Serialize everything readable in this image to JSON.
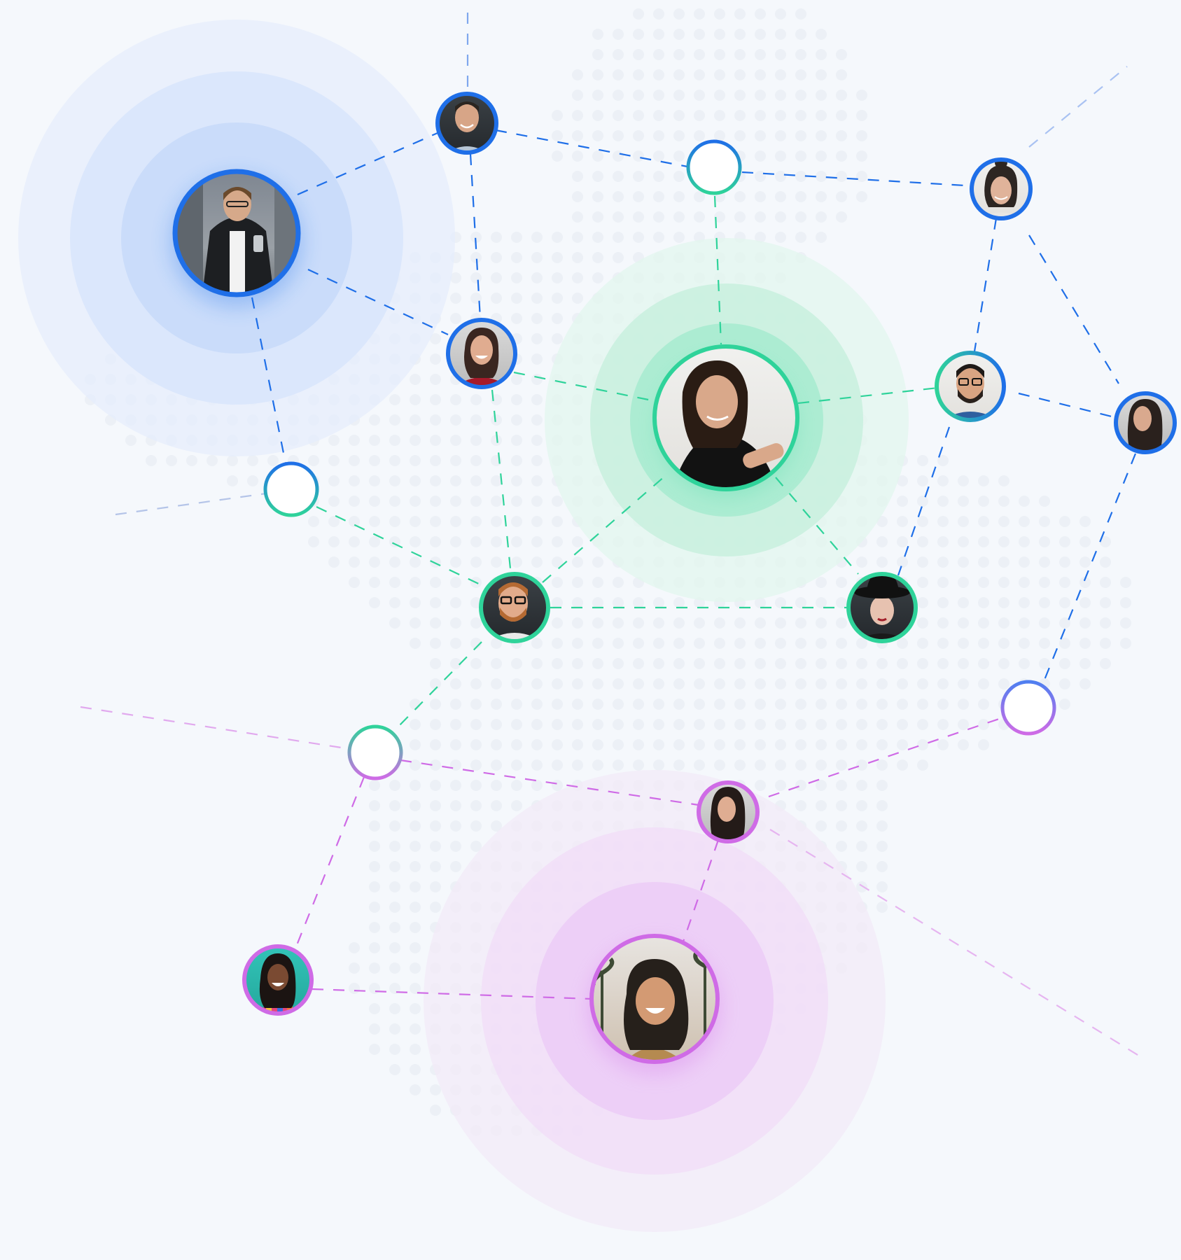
{
  "theme": {
    "background": "#f5f8fc",
    "dot_color": "#e3e9f1",
    "clusters": {
      "blue": "#1f6fe8",
      "green": "#2fd39a",
      "purple": "#cf6be6"
    }
  },
  "network": {
    "hubs": [
      {
        "id": "hub-blue",
        "cluster": "blue",
        "avatar": "man-with-phone-avatar"
      },
      {
        "id": "hub-green",
        "cluster": "green",
        "avatar": "smiling-woman-dark-hair-avatar"
      },
      {
        "id": "hub-purple",
        "cluster": "purple",
        "avatar": "laughing-woman-palm-trees-avatar"
      }
    ],
    "nodes": [
      {
        "id": "n-smiling-man",
        "cluster": "blue",
        "kind": "avatar",
        "avatar": "smiling-man-avatar"
      },
      {
        "id": "n-empty-top",
        "cluster": "blue-green",
        "kind": "empty"
      },
      {
        "id": "n-woman-bun",
        "cluster": "blue",
        "kind": "avatar",
        "avatar": "woman-with-bun-avatar"
      },
      {
        "id": "n-woman-red",
        "cluster": "blue",
        "kind": "avatar",
        "avatar": "woman-red-top-avatar"
      },
      {
        "id": "n-man-glasses",
        "cluster": "green",
        "kind": "avatar",
        "avatar": "bearded-man-glasses-avatar"
      },
      {
        "id": "n-woman-long-hair",
        "cluster": "blue",
        "kind": "avatar",
        "avatar": "woman-long-hair-avatar"
      },
      {
        "id": "n-empty-left",
        "cluster": "blue-green",
        "kind": "empty"
      },
      {
        "id": "n-ginger-man",
        "cluster": "green",
        "kind": "avatar",
        "avatar": "red-haired-man-glasses-avatar"
      },
      {
        "id": "n-woman-hat",
        "cluster": "green",
        "kind": "avatar",
        "avatar": "woman-black-hat-avatar"
      },
      {
        "id": "n-empty-right",
        "cluster": "blue-purple",
        "kind": "empty"
      },
      {
        "id": "n-empty-mid",
        "cluster": "green-purple",
        "kind": "empty"
      },
      {
        "id": "n-woman-small",
        "cluster": "purple",
        "kind": "avatar",
        "avatar": "woman-dark-hair-avatar"
      },
      {
        "id": "n-woman-colorful",
        "cluster": "purple",
        "kind": "avatar",
        "avatar": "woman-colorful-dress-avatar"
      }
    ]
  }
}
